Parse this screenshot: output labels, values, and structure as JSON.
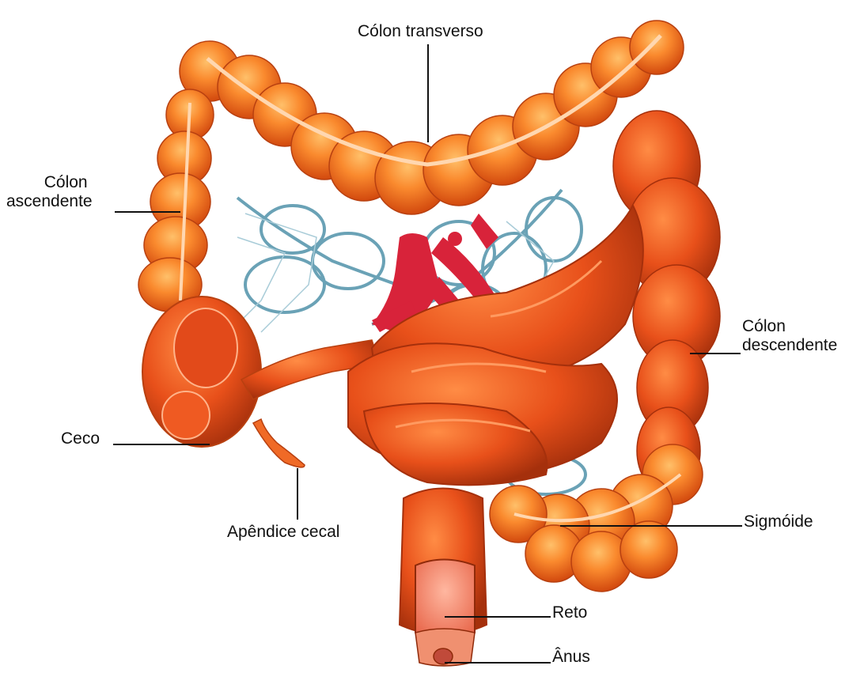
{
  "labels": {
    "transverse_colon": "Cólon transverso",
    "ascending_colon_line1": "Cólon",
    "ascending_colon_line2": "ascendente",
    "descending_colon_line1": "Cólon",
    "descending_colon_line2": "descendente",
    "cecum": "Ceco",
    "appendix": "Apêndice cecal",
    "sigmoid": "Sigmóide",
    "rectum": "Reto",
    "anus": "Ânus"
  },
  "colors": {
    "colon_light": "#ff9a3c",
    "colon_mid": "#f0651c",
    "colon_dark": "#c43a0c",
    "small_bowel": "#e8501a",
    "vessel_red": "#d8233a",
    "vessel_blue": "#6aa2b6",
    "leader_line": "#111111"
  }
}
